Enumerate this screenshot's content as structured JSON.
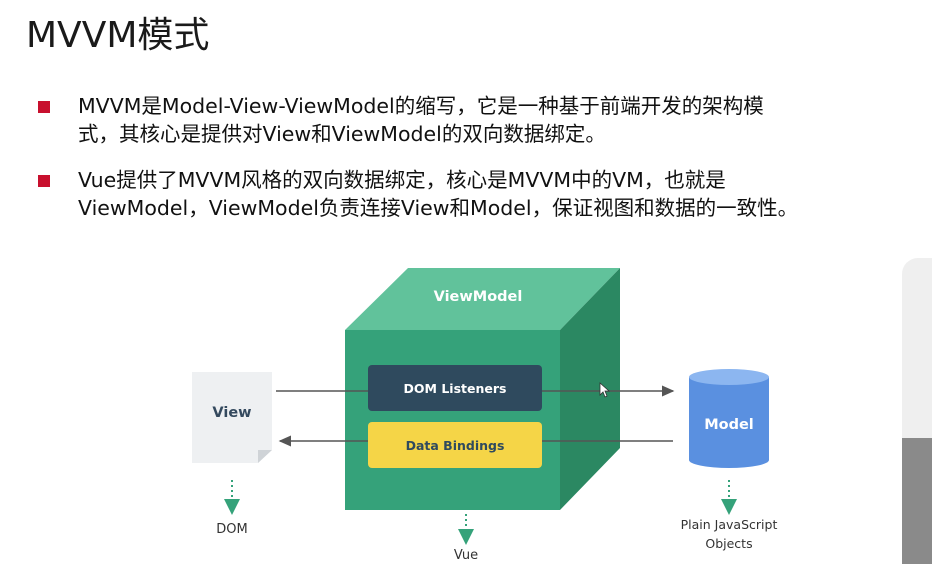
{
  "slide": {
    "title": "MVVM模式",
    "bullets": [
      "MVVM是Model-View-ViewModel的缩写，它是一种基于前端开发的架构模\n式，其核心是提供对View和ViewModel的双向数据绑定。",
      "Vue提供了MVVM风格的双向数据绑定，核心是MVVM中的VM，也就是\nViewModel，ViewModel负责连接View和Model，保证视图和数据的一致性。"
    ]
  },
  "diagram": {
    "viewmodel_label": "ViewModel",
    "dom_listeners_label": "DOM Listeners",
    "data_bindings_label": "Data Bindings",
    "view_label": "View",
    "model_label": "Model",
    "dom_label": "DOM",
    "vue_label": "Vue",
    "plain_js_line1": "Plain JavaScript",
    "plain_js_line2": "Objects",
    "colors": {
      "cube_front": "#35a27a",
      "cube_top": "#61c29b",
      "cube_side": "#2b8862",
      "dom_listeners_box": "#2f4a5e",
      "data_bindings_box": "#f5d547",
      "model_cylinder": "#5a90e0",
      "model_cylinder_top": "#8cb6f0",
      "view_doc": "#eef0f2",
      "bullet_marker": "#c8102e"
    }
  }
}
